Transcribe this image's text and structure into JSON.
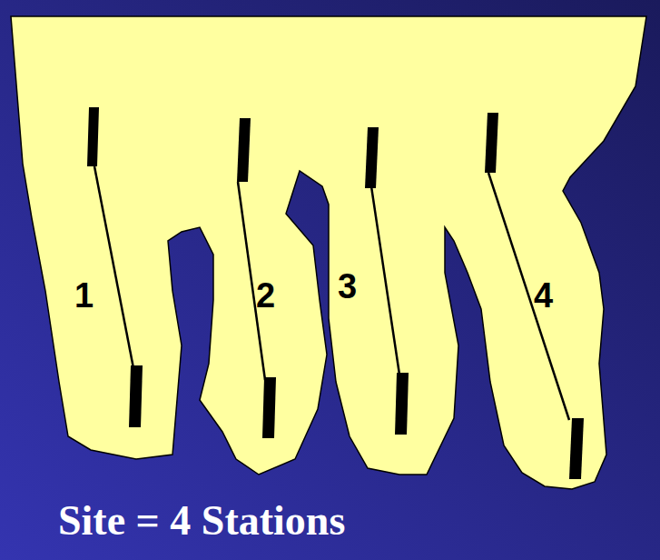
{
  "diagram": {
    "caption": "Site = 4 Stations",
    "labels": [
      "1",
      "2",
      "3",
      "4"
    ]
  }
}
